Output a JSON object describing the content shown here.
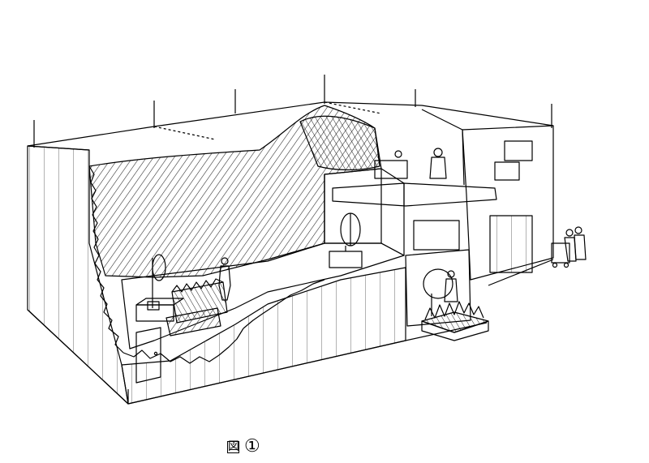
{
  "figure": {
    "caption_prefix": "図",
    "caption_number": "①",
    "subject": "anechoic-chamber-cutaway"
  },
  "colors": {
    "ink": "#000000",
    "paper": "#ffffff",
    "hatch": "#222222"
  }
}
